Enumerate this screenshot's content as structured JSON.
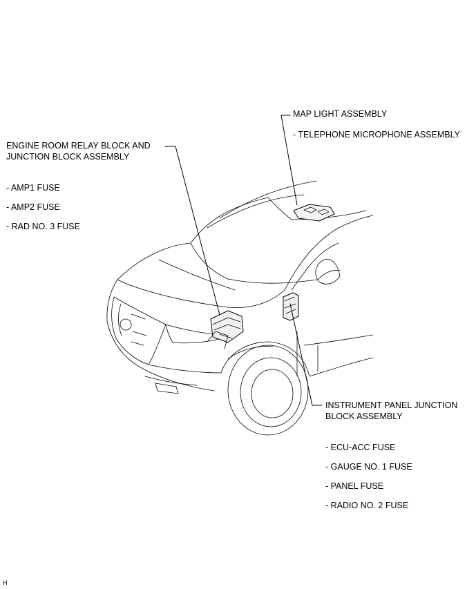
{
  "callouts": {
    "map_light": {
      "title": "MAP LIGHT ASSEMBLY",
      "items": [
        "- TELEPHONE MICROPHONE ASSEMBLY"
      ]
    },
    "engine_room": {
      "title_line1": "ENGINE ROOM RELAY BLOCK AND",
      "title_line2": "JUNCTION BLOCK ASSEMBLY",
      "items": [
        "- AMP1 FUSE",
        "- AMP2 FUSE",
        "- RAD NO. 3 FUSE"
      ]
    },
    "instrument_panel": {
      "title_line1": "INSTRUMENT PANEL JUNCTION",
      "title_line2": "BLOCK ASSEMBLY",
      "items": [
        "- ECU-ACC FUSE",
        "- GAUGE NO. 1 FUSE",
        "- PANEL FUSE",
        "- RADIO NO. 2 FUSE"
      ]
    }
  },
  "figure_code": "H"
}
